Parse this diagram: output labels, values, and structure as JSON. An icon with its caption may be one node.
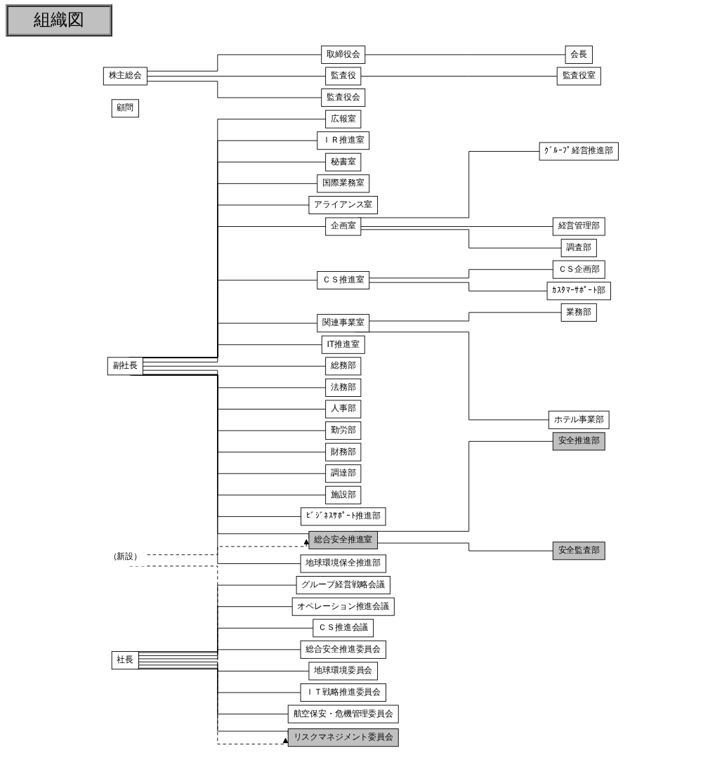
{
  "diagram": {
    "title": "組織図",
    "nodes": [
      {
        "text": [
          "株主総会"
        ]
      },
      {
        "text": [
          "取締役会"
        ]
      },
      {
        "text": [
          "監査役"
        ]
      },
      {
        "text": [
          "監査役会"
        ]
      },
      {
        "text": [
          "顧問"
        ]
      },
      {
        "text": [
          "監査役室"
        ]
      },
      {
        "text": [
          "会長"
        ]
      },
      {
        "text": [
          "社長"
        ]
      },
      {
        "text": [
          "副社長"
        ]
      },
      {
        "text": [
          "広報室"
        ]
      },
      {
        "text": [
          "ＩＲ推進室"
        ]
      },
      {
        "text": [
          "秘書室"
        ]
      },
      {
        "text": [
          "国際業務室"
        ]
      },
      {
        "text": [
          "アライアンス室"
        ]
      },
      {
        "text": [
          "企画室"
        ]
      },
      {
        "text": [
          "ｸﾞﾙｰﾌﾟ経営推進部"
        ]
      },
      {
        "text": [
          "経営管理部"
        ]
      },
      {
        "text": [
          "調査部"
        ]
      },
      {
        "text": [
          "ＣＳ推進室"
        ]
      },
      {
        "text": [
          "ＣＳ企画部"
        ]
      },
      {
        "text": [
          "ｶｽﾀﾏｰｻﾎﾟｰﾄ部"
        ]
      },
      {
        "text": [
          "関連事業室"
        ]
      },
      {
        "text": [
          "業務部"
        ]
      },
      {
        "text": [
          "ホテル事業部"
        ]
      },
      {
        "text": [
          "IT推進室"
        ]
      },
      {
        "text": [
          "総務部"
        ]
      },
      {
        "text": [
          "法務部"
        ]
      },
      {
        "text": [
          "人事部"
        ]
      },
      {
        "text": [
          "勤労部"
        ]
      },
      {
        "text": [
          "財務部"
        ]
      },
      {
        "text": [
          "調達部"
        ]
      },
      {
        "text": [
          "施設部"
        ]
      },
      {
        "text": [
          "ﾋﾞｼﾞﾈｽｻﾎﾟｰﾄ推進部"
        ]
      },
      {
        "text": [
          "総合安全推進室"
        ]
      },
      {
        "text": [
          "安全推進部"
        ]
      },
      {
        "text": [
          "安全監査部"
        ]
      },
      {
        "text": [
          "地球環境保全推進部"
        ]
      },
      {
        "text": [
          "グループ経営戦略会議"
        ]
      },
      {
        "text": [
          "オペレーション推進会議"
        ]
      },
      {
        "text": [
          "ＣＳ推進会議"
        ]
      },
      {
        "text": [
          "総合安全推進委員会"
        ]
      },
      {
        "text": [
          "地球環境委員会"
        ]
      },
      {
        "text": [
          "ＩＴ戦略推進委員会"
        ]
      },
      {
        "text": [
          "航空保安・危機管理委員会"
        ]
      },
      {
        "text": [
          "リスクマネジメント委員会"
        ]
      },
      {
        "text": [
          "（新設）"
        ]
      }
    ],
    "edges": [
      {
        "from": 0,
        "to": 1,
        "arrow": "none"
      },
      {
        "from": 1,
        "to": 6,
        "arrow": "none"
      },
      {
        "from": 0,
        "to": 2,
        "arrow": "none"
      },
      {
        "from": 0,
        "to": 3,
        "arrow": "none"
      },
      {
        "from": 2,
        "to": 5,
        "arrow": "none"
      },
      {
        "from": 8,
        "to": 9,
        "arrow": "none"
      },
      {
        "from": 8,
        "to": 10,
        "arrow": "none"
      },
      {
        "from": 8,
        "to": 11,
        "arrow": "none"
      },
      {
        "from": 8,
        "to": 12,
        "arrow": "none"
      },
      {
        "from": 8,
        "to": 13,
        "arrow": "none"
      },
      {
        "from": 8,
        "to": 14,
        "arrow": "none"
      },
      {
        "from": 14,
        "to": 15,
        "arrow": "none"
      },
      {
        "from": 14,
        "to": 16,
        "arrow": "none"
      },
      {
        "from": 14,
        "to": 17,
        "arrow": "none"
      },
      {
        "from": 8,
        "to": 18,
        "arrow": "none"
      },
      {
        "from": 18,
        "to": 19,
        "arrow": "none"
      },
      {
        "from": 18,
        "to": 20,
        "arrow": "none"
      },
      {
        "from": 8,
        "to": 21,
        "arrow": "none"
      },
      {
        "from": 21,
        "to": 22,
        "arrow": "none"
      },
      {
        "from": 21,
        "to": 23,
        "arrow": "none"
      },
      {
        "from": 8,
        "to": 24,
        "arrow": "none"
      },
      {
        "from": 8,
        "to": 25,
        "arrow": "none"
      },
      {
        "from": 8,
        "to": 26,
        "arrow": "none"
      },
      {
        "from": 8,
        "to": 27,
        "arrow": "none"
      },
      {
        "from": 8,
        "to": 28,
        "arrow": "none"
      },
      {
        "from": 8,
        "to": 29,
        "arrow": "none"
      },
      {
        "from": 8,
        "to": 30,
        "arrow": "none"
      },
      {
        "from": 8,
        "to": 31,
        "arrow": "none"
      },
      {
        "from": 8,
        "to": 32,
        "arrow": "none"
      },
      {
        "from": 8,
        "to": 33,
        "arrow": "none"
      },
      {
        "from": 33,
        "to": 34,
        "arrow": "none"
      },
      {
        "from": 33,
        "to": 35,
        "arrow": "none"
      },
      {
        "from": 8,
        "to": 36,
        "arrow": "none"
      },
      {
        "from": 7,
        "to": 37,
        "arrow": "none"
      },
      {
        "from": 7,
        "to": 38,
        "arrow": "none"
      },
      {
        "from": 7,
        "to": 39,
        "arrow": "none"
      },
      {
        "from": 7,
        "to": 40,
        "arrow": "none"
      },
      {
        "from": 7,
        "to": 41,
        "arrow": "none"
      },
      {
        "from": 7,
        "to": 42,
        "arrow": "none"
      },
      {
        "from": 7,
        "to": 43,
        "arrow": "none"
      },
      {
        "from": 7,
        "to": 44,
        "arrow": "none"
      },
      {
        "from": 45,
        "to": 44,
        "arrow": "to",
        "style": "dashed"
      },
      {
        "from": 45,
        "to": 33,
        "arrow": "to",
        "style": "dashed"
      }
    ]
  }
}
